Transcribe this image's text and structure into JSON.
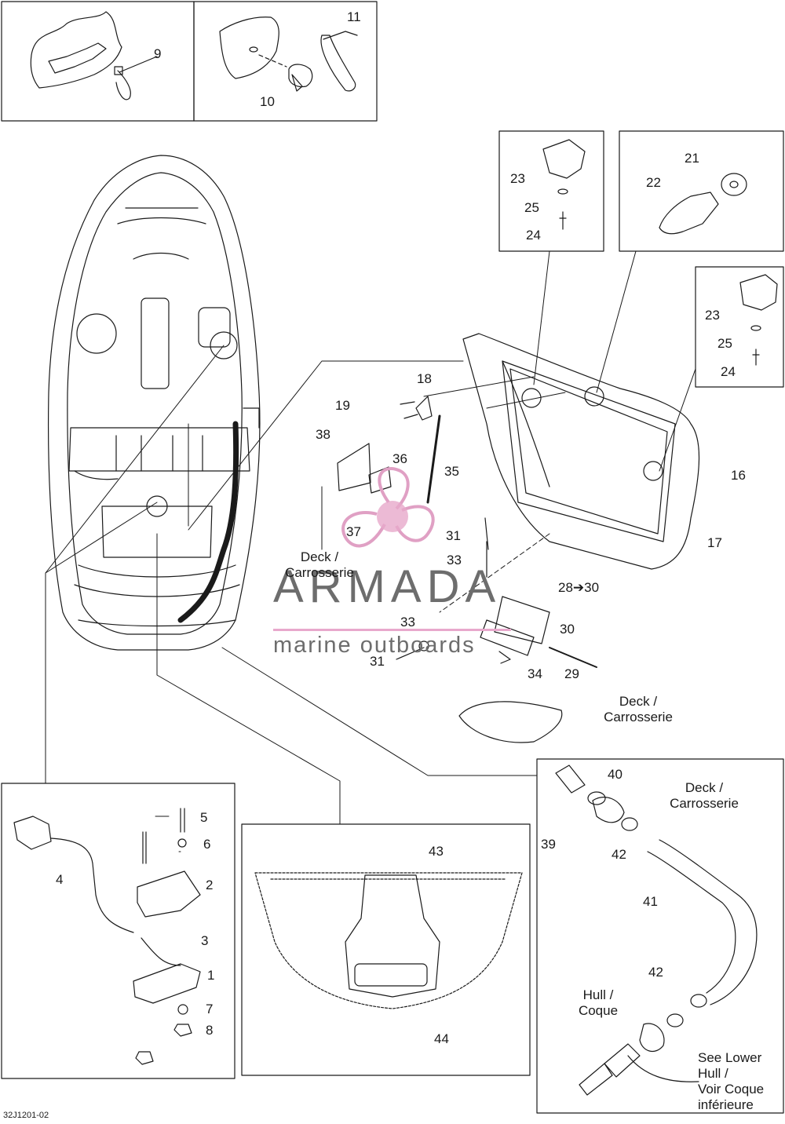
{
  "diagram": {
    "drawing_code": "32J1201-02",
    "watermark": {
      "brand": "ARMADA",
      "tagline": "marine outboards"
    },
    "callouts": {
      "c1": "1",
      "c2": "2",
      "c3": "3",
      "c4": "4",
      "c5": "5",
      "c6": "6",
      "c7": "7",
      "c8": "8",
      "c9": "9",
      "c10": "10",
      "c11": "11",
      "c16": "16",
      "c17": "17",
      "c18": "18",
      "c19": "19",
      "c21": "21",
      "c22": "22",
      "c23a": "23",
      "c24a": "24",
      "c25a": "25",
      "c23b": "23",
      "c24b": "24",
      "c25b": "25",
      "c28_30": "28➔30",
      "c29": "29",
      "c30": "30",
      "c31a": "31",
      "c31b": "31",
      "c33a": "33",
      "c33b": "33",
      "c34": "34",
      "c35": "35",
      "c36": "36",
      "c37": "37",
      "c38": "38",
      "c39": "39",
      "c40": "40",
      "c41": "41",
      "c42a": "42",
      "c42b": "42",
      "c43": "43",
      "c44": "44"
    },
    "labels": {
      "deck_a_l1": "Deck /",
      "deck_a_l2": "Carrosserie",
      "deck_b_l1": "Deck /",
      "deck_b_l2": "Carrosserie",
      "deck_c_l1": "Deck /",
      "deck_c_l2": "Carrosserie",
      "hull_l1": "Hull /",
      "hull_l2": "Coque",
      "see_l1": "See Lower",
      "see_l2": "Hull /",
      "see_l3": "Voir Coque",
      "see_l4": "inférieure"
    }
  }
}
